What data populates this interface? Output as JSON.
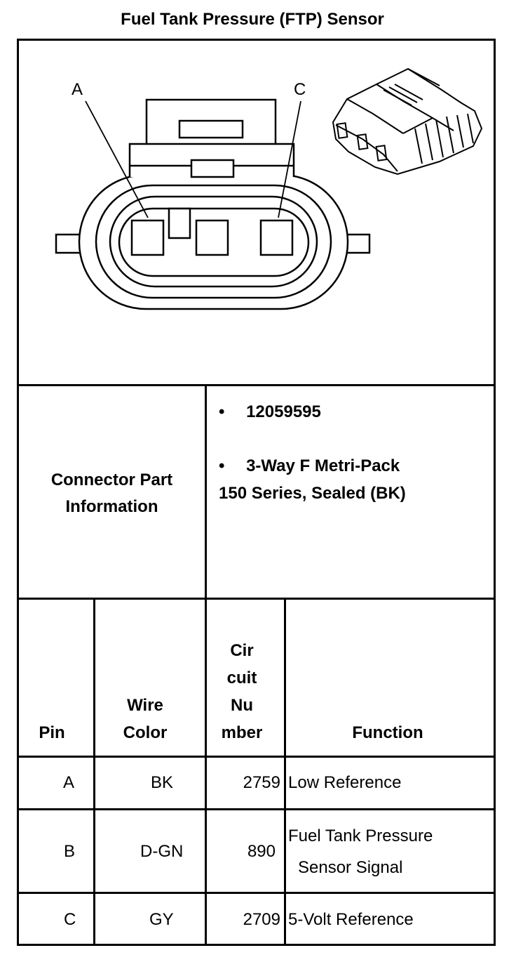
{
  "title": "Fuel Tank Pressure (FTP) Sensor",
  "diagram": {
    "pin_label_a": "A",
    "pin_label_c": "C"
  },
  "connector_info": {
    "label_line1": "Connector Part",
    "label_line2": "Information",
    "bullet_symbol": "•",
    "part_number": "12059595",
    "description_line1": "3-Way F Metri-Pack",
    "description_line2": "150 Series, Sealed (BK)"
  },
  "table": {
    "headers": {
      "pin": "Pin",
      "wire_color_line1": "Wire",
      "wire_color_line2": "Color",
      "circuit_line1": "Cir",
      "circuit_line2": "cuit",
      "circuit_line3": "Nu",
      "circuit_line4": "mber",
      "function": "Function"
    },
    "rows": [
      {
        "pin": "A",
        "wire_color": "BK",
        "circuit": "2759",
        "function_line1": "Low Reference",
        "function_line2": ""
      },
      {
        "pin": "B",
        "wire_color": "D-GN",
        "circuit": "890",
        "function_line1": "Fuel Tank Pressure",
        "function_line2": "Sensor Signal"
      },
      {
        "pin": "C",
        "wire_color": "GY",
        "circuit": "2709",
        "function_line1": "5-Volt Reference",
        "function_line2": ""
      }
    ]
  }
}
